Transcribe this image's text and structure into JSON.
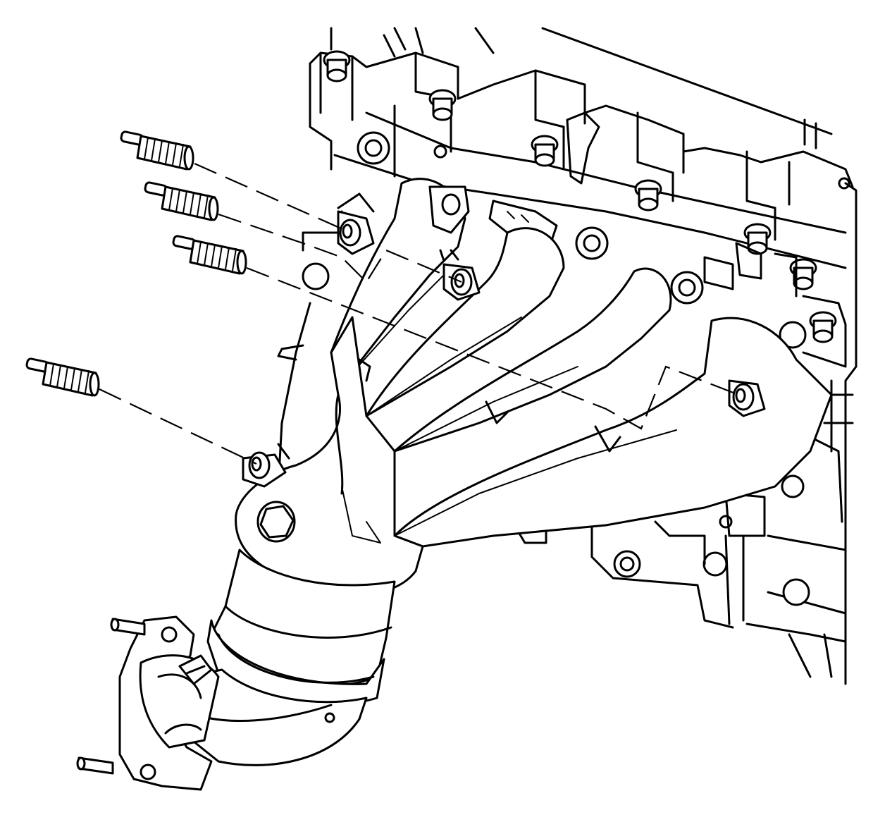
{
  "diagram": {
    "components": [
      {
        "id": "cylinder-head",
        "label": ""
      },
      {
        "id": "exhaust-manifold",
        "label": ""
      },
      {
        "id": "catalytic-converter",
        "label": ""
      },
      {
        "id": "outlet-flange",
        "label": ""
      }
    ],
    "studs": [
      {
        "id": "stud-1",
        "label": ""
      },
      {
        "id": "stud-2",
        "label": ""
      },
      {
        "id": "stud-3",
        "label": ""
      },
      {
        "id": "stud-4",
        "label": ""
      }
    ],
    "colors": {
      "line": "#000000",
      "background": "#ffffff"
    }
  }
}
